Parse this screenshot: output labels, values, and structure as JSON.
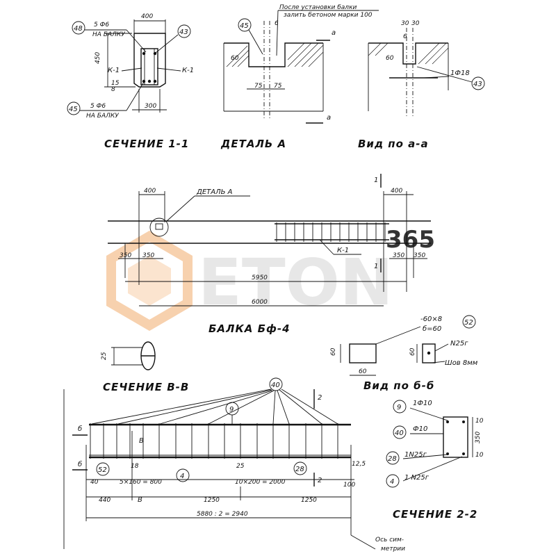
{
  "watermark": {
    "text": "ETON",
    "accent_text": "365",
    "color_accent": "#f2a15a",
    "color_text": "#dcdcdc",
    "icon": "hexagon-logo-icon"
  },
  "titles": {
    "sec11": "СЕЧЕНИЕ 1-1",
    "detA": "ДЕТАЛЬ А",
    "viewAA": "Вид по а-а",
    "beam": "БАЛКА Бф-4",
    "secBB": "СЕЧЕНИЕ В-В",
    "viewBB": "Вид по б-б",
    "sec22": "СЕЧЕНИЕ 2-2"
  },
  "sec11": {
    "w400": "400",
    "h450": "450",
    "b300": "300",
    "pos48": "48",
    "pos43": "43",
    "pos45": "45",
    "bar_top": "5 Ф6",
    "bar_top_sub": "НА БАЛКУ",
    "bar_bot": "5 Ф6",
    "bar_bot_sub": "НА БАЛКУ",
    "k1_left": "К-1",
    "k1_right": "К-1",
    "d15": "15",
    "d8": "8"
  },
  "detA": {
    "note1": "После установки балки",
    "note2": "залить бетоном марки 100",
    "pos45": "45",
    "d6": "6",
    "d60": "60",
    "d75a": "75",
    "d75b": "75",
    "alpha_top": "а",
    "alpha_bot": "а"
  },
  "viewAA": {
    "d30a": "30",
    "d30b": "30",
    "d60": "60",
    "d6": "6",
    "bar": "1Ф18",
    "pos43": "43"
  },
  "beam": {
    "d400a": "400",
    "d400b": "400",
    "detail_label": "ДЕТАЛЬ А",
    "k1": "К-1",
    "d350a": "350",
    "d350b": "350",
    "d350c": "350",
    "d350d": "350",
    "span5950": "5950",
    "span6000": "6000",
    "cut1a": "1",
    "cut1b": "1"
  },
  "secBB": {
    "d25": "25"
  },
  "viewBB": {
    "plate1": "-60×8",
    "plate2": "б=60",
    "pos52": "52",
    "d60a": "60",
    "d60b": "60",
    "d60c": "60",
    "angle": "N25г",
    "weld": "Шов 8мм"
  },
  "frame": {
    "pos40": "40",
    "pos9": "9",
    "pos28": "28",
    "pos52": "52",
    "pos4": "4",
    "cut2a": "2",
    "cut2b": "2",
    "b1": "б",
    "b2": "б",
    "v1": "В",
    "v2": "В",
    "d12_5": "12,5",
    "d18": "18",
    "d25": "25",
    "d40": "40",
    "spacing1": "5×160 = 800",
    "spacing2": "10×200 = 2000",
    "d100": "100",
    "d440": "440",
    "d1250a": "1250",
    "d1250b": "1250",
    "total": "5880 : 2 = 2940",
    "axis1": "Ось сим-",
    "axis2": "метрии"
  },
  "sec22": {
    "p9": "9",
    "l9": "1Ф10",
    "p40": "40",
    "l40": "Ф10",
    "p28": "28",
    "l28": "1N25г",
    "p4": "4",
    "l4": "1 N25г",
    "d350": "350",
    "d10a": "10",
    "d10b": "10"
  }
}
